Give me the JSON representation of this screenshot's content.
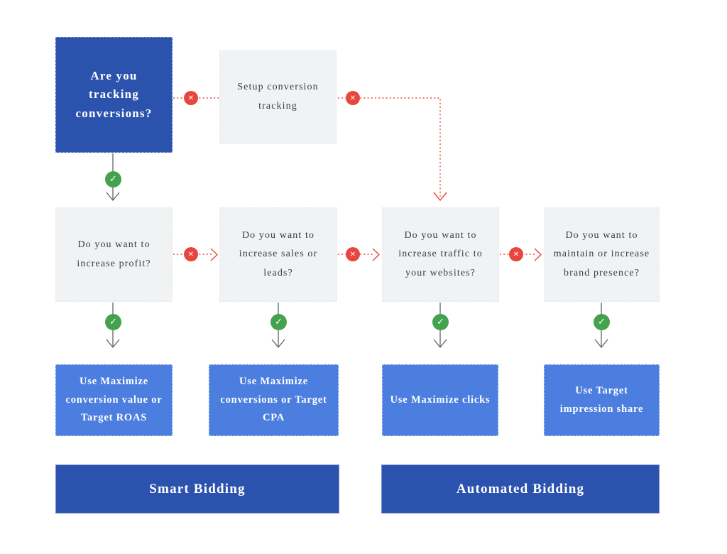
{
  "colors": {
    "primary_dark": "#2b53ae",
    "primary_blue": "#4c7ee0",
    "panel_gray": "#f1f2f3",
    "yes_green": "#44a24e",
    "no_red": "#e8463d",
    "text_dark": "#3c3c3c"
  },
  "icons": {
    "yes": {
      "name": "check-icon",
      "glyph": "✓"
    },
    "no": {
      "name": "cross-icon",
      "glyph": "✕"
    }
  },
  "flowchart": {
    "root": {
      "label": "Are you tracking conversions?"
    },
    "setup": {
      "label": "Setup conversion tracking"
    },
    "questions": [
      {
        "label": "Do you want to increase profit?"
      },
      {
        "label": "Do you want to increase sales or leads?"
      },
      {
        "label": "Do you want to increase traffic to your websites?"
      },
      {
        "label": "Do you want to maintain or increase brand presence?"
      }
    ],
    "recommendations": [
      {
        "label": "Use Maximize conversion value or Target ROAS"
      },
      {
        "label": "Use Maximize conversions or Target CPA"
      },
      {
        "label": "Use Maximize clicks"
      },
      {
        "label": "Use Target impression share"
      }
    ],
    "groups": [
      {
        "label": "Smart Bidding"
      },
      {
        "label": "Automated Bidding"
      }
    ]
  }
}
